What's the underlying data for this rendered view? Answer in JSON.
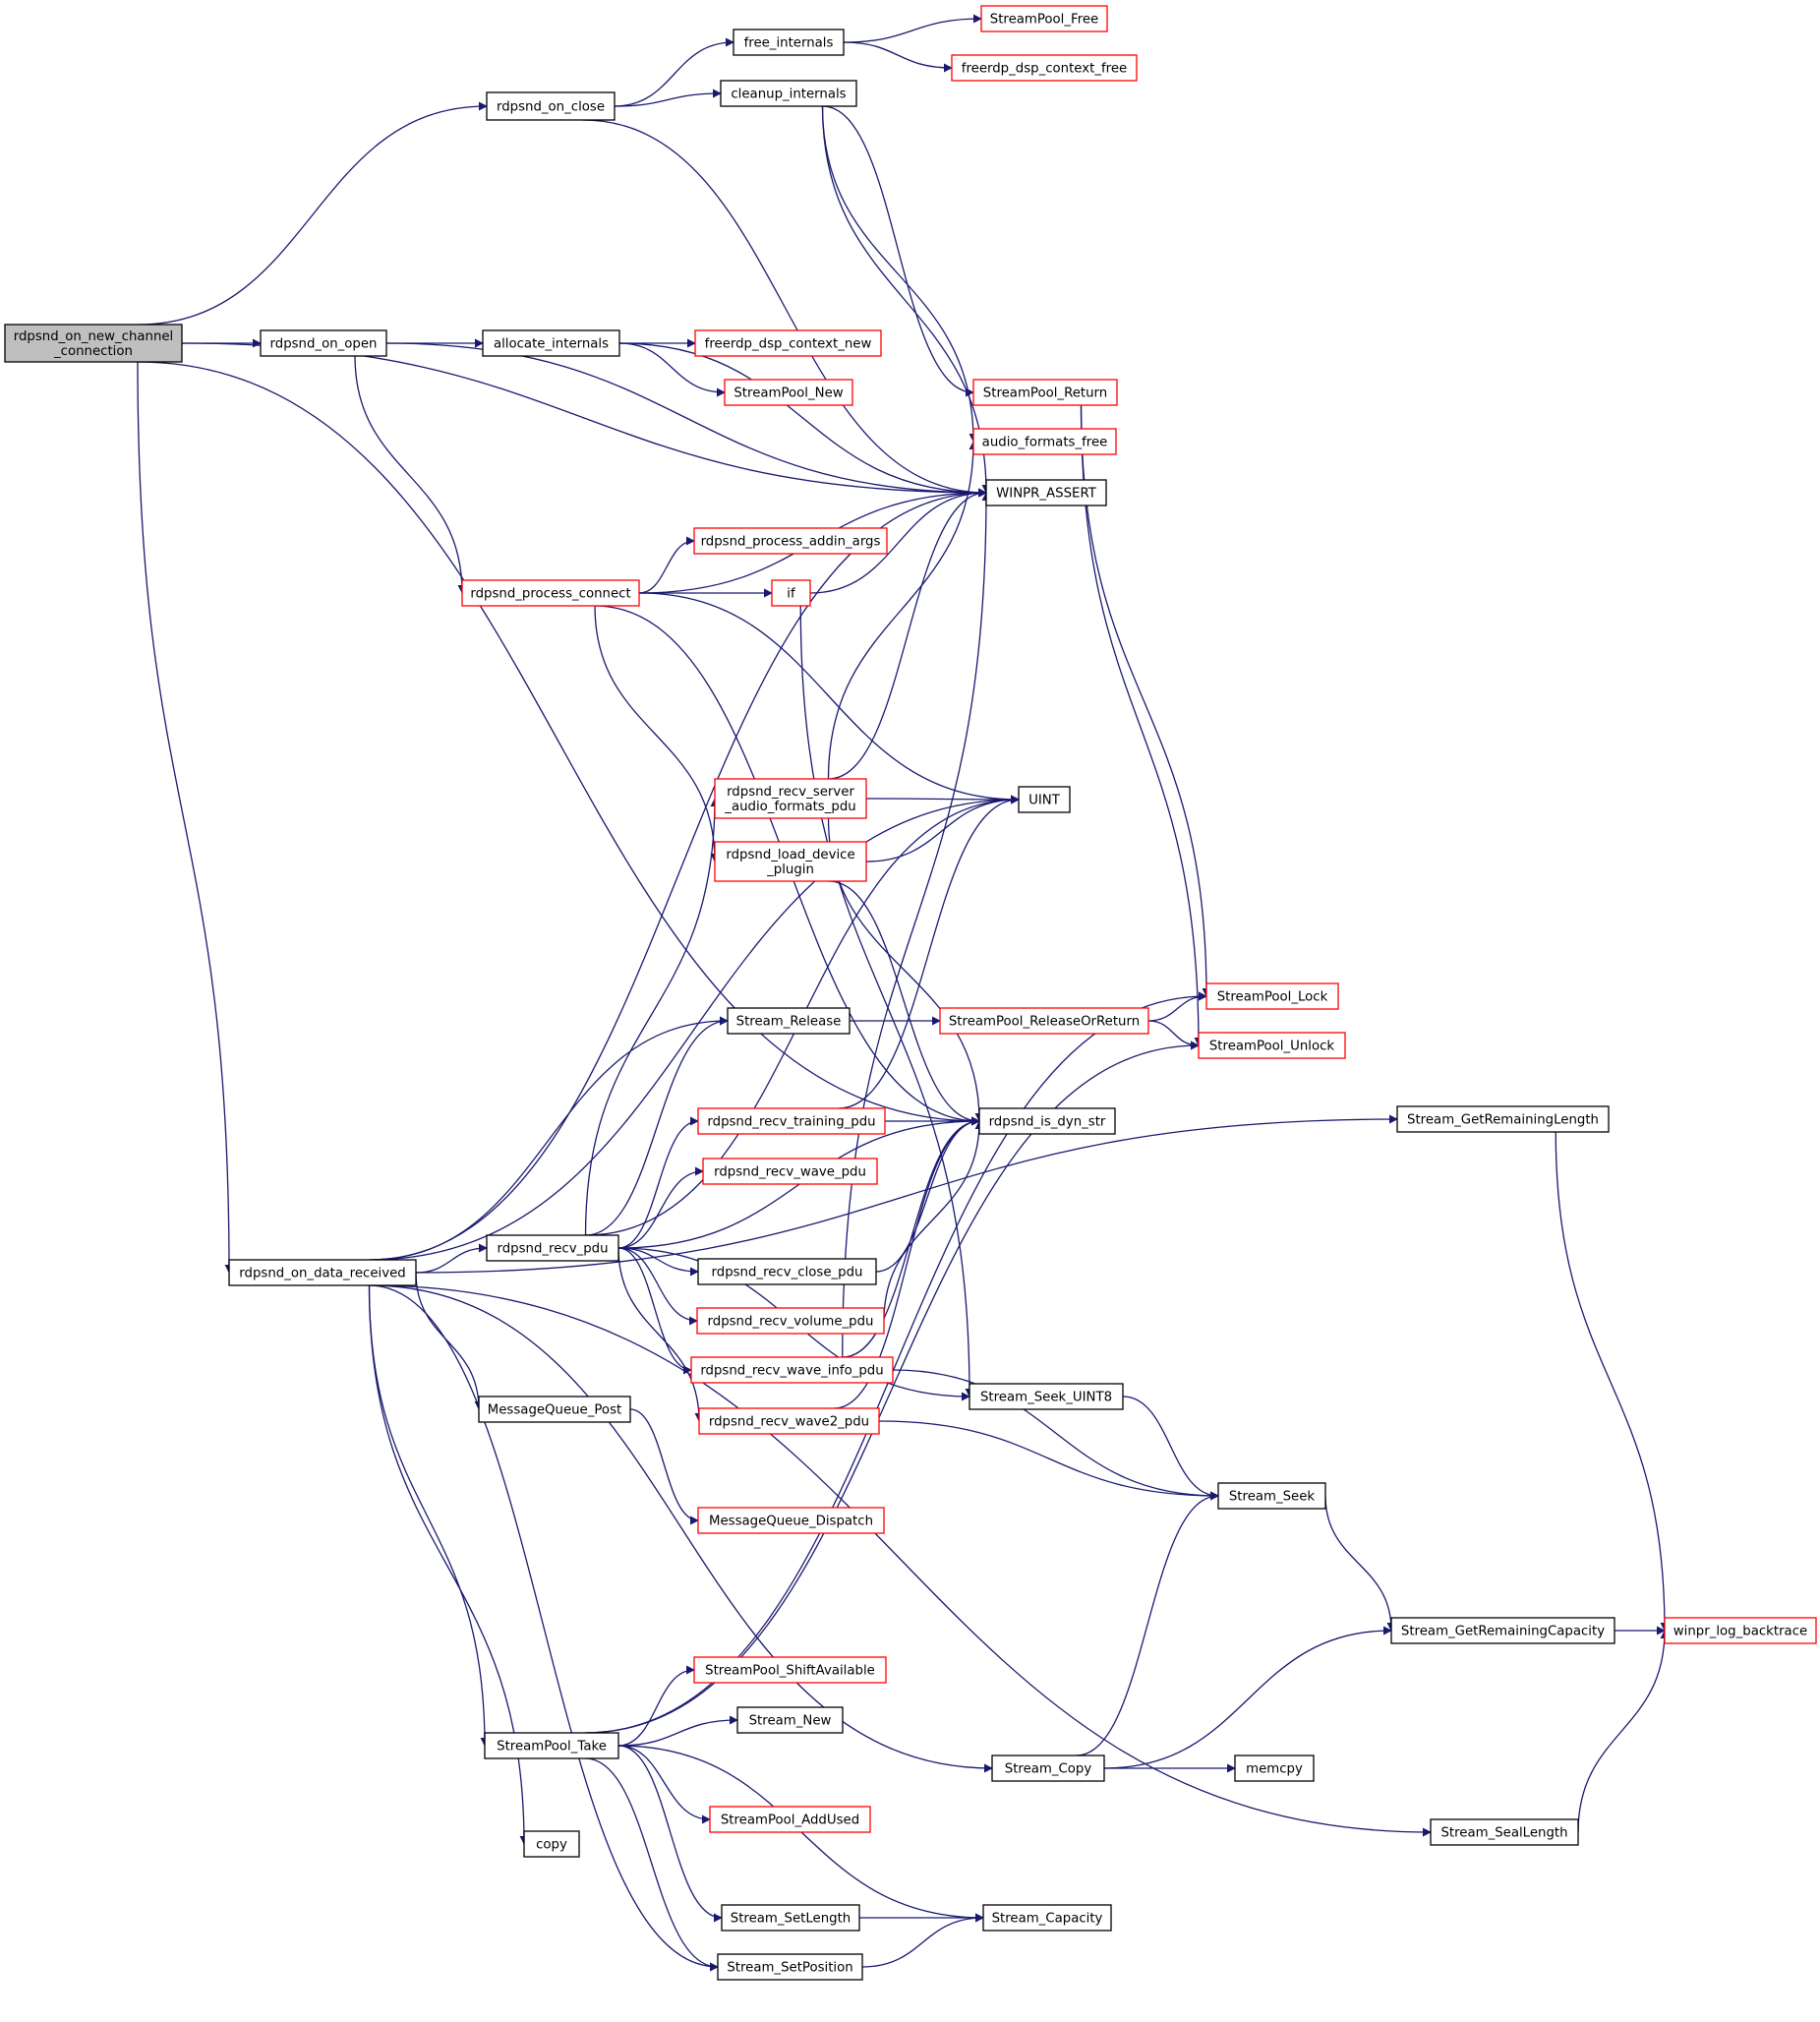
{
  "colors": {
    "edge": "#191970",
    "node_border_black": "#000000",
    "node_border_red": "#ff0000",
    "root_fill": "#bfbfbf",
    "node_fill": "#ffffff"
  },
  "nodes": [
    {
      "id": "root",
      "lines": [
        "rdpsnd_on_new_channel",
        "_connection"
      ],
      "style": "root"
    },
    {
      "id": "on_close",
      "lines": [
        "rdpsnd_on_close"
      ],
      "style": "black"
    },
    {
      "id": "free_internals",
      "lines": [
        "free_internals"
      ],
      "style": "black"
    },
    {
      "id": "sp_free",
      "lines": [
        "StreamPool_Free"
      ],
      "style": "red"
    },
    {
      "id": "dsp_free",
      "lines": [
        "freerdp_dsp_context_free"
      ],
      "style": "red"
    },
    {
      "id": "cleanup",
      "lines": [
        "cleanup_internals"
      ],
      "style": "black"
    },
    {
      "id": "on_open",
      "lines": [
        "rdpsnd_on_open"
      ],
      "style": "black"
    },
    {
      "id": "alloc",
      "lines": [
        "allocate_internals"
      ],
      "style": "black"
    },
    {
      "id": "dsp_new",
      "lines": [
        "freerdp_dsp_context_new"
      ],
      "style": "red"
    },
    {
      "id": "sp_new",
      "lines": [
        "StreamPool_New"
      ],
      "style": "red"
    },
    {
      "id": "sp_return",
      "lines": [
        "StreamPool_Return"
      ],
      "style": "red"
    },
    {
      "id": "af_free",
      "lines": [
        "audio_formats_free"
      ],
      "style": "red"
    },
    {
      "id": "assert",
      "lines": [
        "WINPR_ASSERT"
      ],
      "style": "black"
    },
    {
      "id": "addin_args",
      "lines": [
        "rdpsnd_process_addin_args"
      ],
      "style": "red"
    },
    {
      "id": "proc_connect",
      "lines": [
        "rdpsnd_process_connect"
      ],
      "style": "red"
    },
    {
      "id": "if",
      "lines": [
        "if"
      ],
      "style": "red"
    },
    {
      "id": "server_formats",
      "lines": [
        "rdpsnd_recv_server",
        "_audio_formats_pdu"
      ],
      "style": "red"
    },
    {
      "id": "uint",
      "lines": [
        "UINT"
      ],
      "style": "black"
    },
    {
      "id": "load_device",
      "lines": [
        "rdpsnd_load_device",
        "_plugin"
      ],
      "style": "red"
    },
    {
      "id": "sp_lock",
      "lines": [
        "StreamPool_Lock"
      ],
      "style": "red"
    },
    {
      "id": "stream_release",
      "lines": [
        "Stream_Release"
      ],
      "style": "black"
    },
    {
      "id": "sp_release_or_return",
      "lines": [
        "StreamPool_ReleaseOrReturn"
      ],
      "style": "red"
    },
    {
      "id": "sp_unlock",
      "lines": [
        "StreamPool_Unlock"
      ],
      "style": "red"
    },
    {
      "id": "training",
      "lines": [
        "rdpsnd_recv_training_pdu"
      ],
      "style": "red"
    },
    {
      "id": "is_dyn_str",
      "lines": [
        "rdpsnd_is_dyn_str"
      ],
      "style": "black"
    },
    {
      "id": "get_remaining_len",
      "lines": [
        "Stream_GetRemainingLength"
      ],
      "style": "black"
    },
    {
      "id": "wave_pdu",
      "lines": [
        "rdpsnd_recv_wave_pdu"
      ],
      "style": "red"
    },
    {
      "id": "recv_pdu",
      "lines": [
        "rdpsnd_recv_pdu"
      ],
      "style": "black"
    },
    {
      "id": "on_data",
      "lines": [
        "rdpsnd_on_data_received"
      ],
      "style": "black"
    },
    {
      "id": "close_pdu",
      "lines": [
        "rdpsnd_recv_close_pdu"
      ],
      "style": "black"
    },
    {
      "id": "volume_pdu",
      "lines": [
        "rdpsnd_recv_volume_pdu"
      ],
      "style": "red"
    },
    {
      "id": "wave_info",
      "lines": [
        "rdpsnd_recv_wave_info_pdu"
      ],
      "style": "red"
    },
    {
      "id": "seek_uint8",
      "lines": [
        "Stream_Seek_UINT8"
      ],
      "style": "black"
    },
    {
      "id": "mq_post",
      "lines": [
        "MessageQueue_Post"
      ],
      "style": "black"
    },
    {
      "id": "wave2",
      "lines": [
        "rdpsnd_recv_wave2_pdu"
      ],
      "style": "red"
    },
    {
      "id": "stream_seek",
      "lines": [
        "Stream_Seek"
      ],
      "style": "black"
    },
    {
      "id": "mq_dispatch",
      "lines": [
        "MessageQueue_Dispatch"
      ],
      "style": "red"
    },
    {
      "id": "get_remaining_cap",
      "lines": [
        "Stream_GetRemainingCapacity"
      ],
      "style": "black"
    },
    {
      "id": "log_backtrace",
      "lines": [
        "winpr_log_backtrace"
      ],
      "style": "red"
    },
    {
      "id": "shift_avail",
      "lines": [
        "StreamPool_ShiftAvailable"
      ],
      "style": "red"
    },
    {
      "id": "stream_new",
      "lines": [
        "Stream_New"
      ],
      "style": "black"
    },
    {
      "id": "sp_take",
      "lines": [
        "StreamPool_Take"
      ],
      "style": "black"
    },
    {
      "id": "stream_copy",
      "lines": [
        "Stream_Copy"
      ],
      "style": "black"
    },
    {
      "id": "memcpy",
      "lines": [
        "memcpy"
      ],
      "style": "black"
    },
    {
      "id": "add_used",
      "lines": [
        "StreamPool_AddUsed"
      ],
      "style": "red"
    },
    {
      "id": "seal_length",
      "lines": [
        "Stream_SealLength"
      ],
      "style": "black"
    },
    {
      "id": "copy",
      "lines": [
        "copy"
      ],
      "style": "black"
    },
    {
      "id": "set_length",
      "lines": [
        "Stream_SetLength"
      ],
      "style": "black"
    },
    {
      "id": "capacity",
      "lines": [
        "Stream_Capacity"
      ],
      "style": "black"
    },
    {
      "id": "set_position",
      "lines": [
        "Stream_SetPosition"
      ],
      "style": "black"
    }
  ]
}
